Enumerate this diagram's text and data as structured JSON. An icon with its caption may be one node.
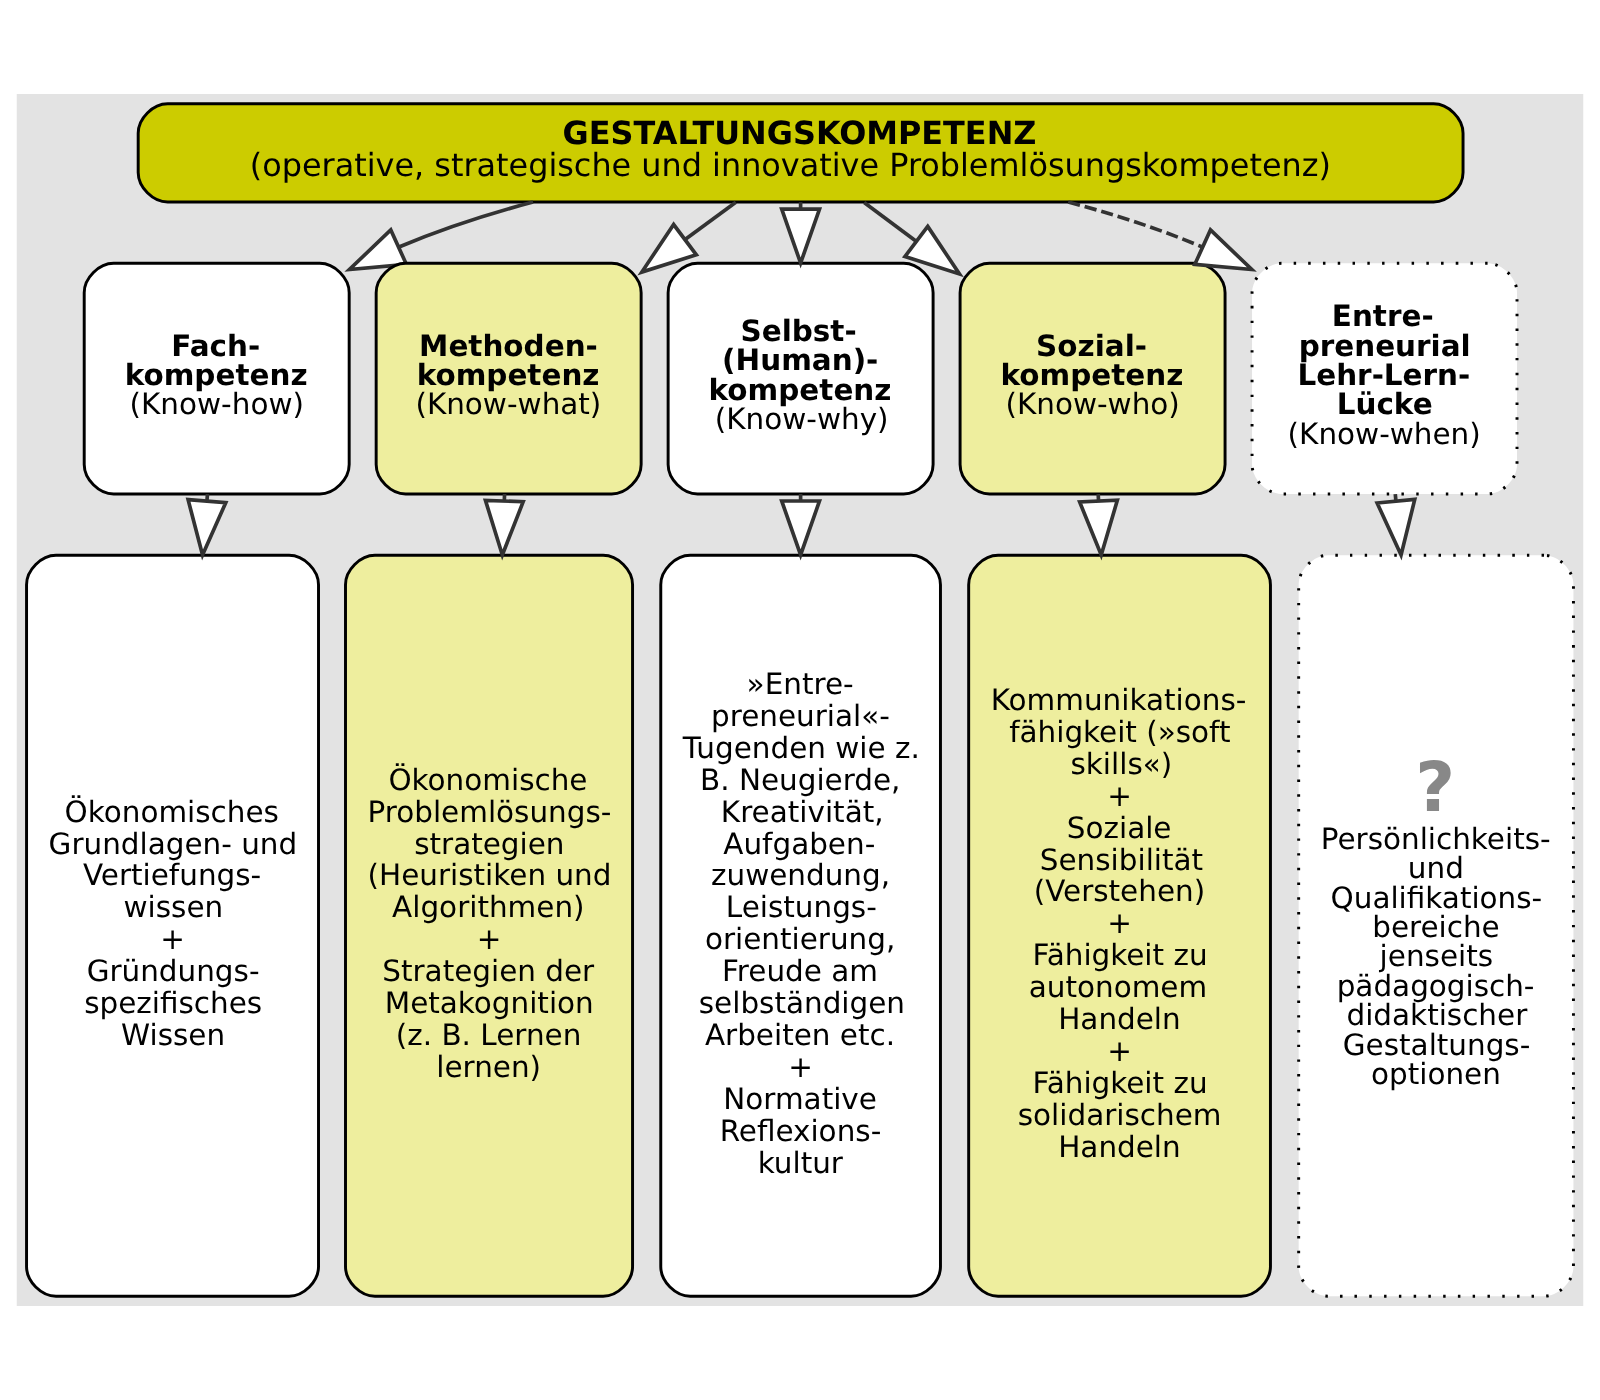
{
  "diagram": {
    "nodes": [
      {
        "text": [
          "GESTALTUNGSKOMPETENZ",
          "(operative, strategische und innovative Problemlösungskompetenz)"
        ]
      },
      {
        "text": [
          "Fach- kompetenz",
          "(Know-how)"
        ]
      },
      {
        "text": [
          "Methoden- kompetenz",
          "(Know-what)"
        ]
      },
      {
        "text": [
          "Selbst- (Human)- kompetenz",
          "(Know-why)"
        ]
      },
      {
        "text": [
          "Sozial- kompetenz",
          "(Know-who)"
        ]
      },
      {
        "text": [
          "Entre- preneurial Lehr-Lern- Lücke",
          "(Know-when)"
        ]
      },
      {
        "text": [
          "Ökonomisches Grundlagen- und Vertiefungs- wissen",
          "+",
          "Gründungs- spezifisches Wissen"
        ]
      },
      {
        "text": [
          "Ökonomische Problemlösungs- strategien (Heuristiken und Algorithmen)",
          "+",
          "Strategien der Metakognition (z. B. Lernen lernen)"
        ]
      },
      {
        "text": [
          "»Entre- preneurial«- Tugenden wie z. B. Neugierde, Kreativität, Aufgaben- zuwendung, Leistungs- orientierung, Freude am selbständigen Arbeiten etc.",
          "+",
          "Normative Reflexions- kultur"
        ]
      },
      {
        "text": [
          "Kommunikations- fähigkeit (»soft skills«)",
          "+",
          "Soziale Sensibilität (Verstehen)",
          "+",
          "Fähigkeit zu autonomem Handeln",
          "+",
          "Fähigkeit zu solidarischem Handeln"
        ]
      },
      {
        "text": [
          "?",
          "Persönlichkeits- und Qualifikations- bereiche jenseits pädagogisch- didaktischer Gestaltungs- optionen"
        ]
      }
    ],
    "edges": [
      {
        "from": 0,
        "to": 1,
        "arrow": "to"
      },
      {
        "from": 0,
        "to": 2,
        "arrow": "to"
      },
      {
        "from": 0,
        "to": 3,
        "arrow": "to"
      },
      {
        "from": 0,
        "to": 4,
        "arrow": "to"
      },
      {
        "from": 0,
        "to": 5,
        "arrow": "to",
        "style": "dashed"
      },
      {
        "from": 1,
        "to": 6,
        "arrow": "to"
      },
      {
        "from": 2,
        "to": 7,
        "arrow": "to"
      },
      {
        "from": 3,
        "to": 8,
        "arrow": "to"
      },
      {
        "from": 4,
        "to": 9,
        "arrow": "to"
      },
      {
        "from": 5,
        "to": 10,
        "arrow": "to",
        "style": "dashed"
      }
    ]
  }
}
